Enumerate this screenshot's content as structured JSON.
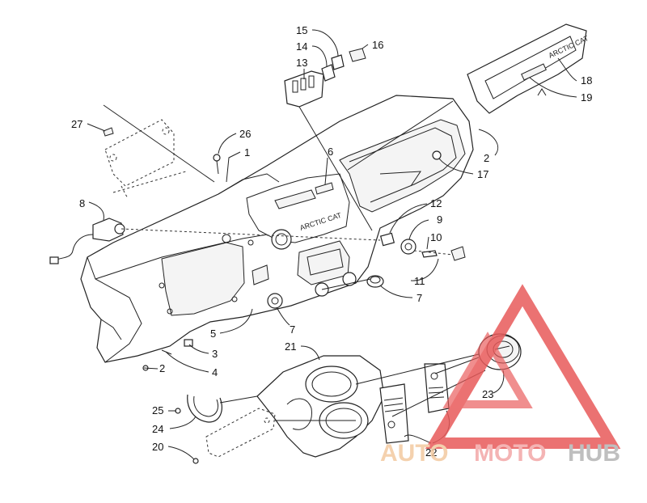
{
  "callouts": [
    {
      "id": "15",
      "text": "15"
    },
    {
      "id": "14",
      "text": "14"
    },
    {
      "id": "16",
      "text": "16"
    },
    {
      "id": "13",
      "text": "13"
    },
    {
      "id": "18",
      "text": "18"
    },
    {
      "id": "19",
      "text": "19"
    },
    {
      "id": "27",
      "text": "27"
    },
    {
      "id": "26",
      "text": "26"
    },
    {
      "id": "1",
      "text": "1"
    },
    {
      "id": "6",
      "text": "6"
    },
    {
      "id": "2a",
      "text": "2"
    },
    {
      "id": "17",
      "text": "17"
    },
    {
      "id": "8",
      "text": "8"
    },
    {
      "id": "12",
      "text": "12"
    },
    {
      "id": "9",
      "text": "9"
    },
    {
      "id": "10",
      "text": "10"
    },
    {
      "id": "11",
      "text": "11"
    },
    {
      "id": "7a",
      "text": "7"
    },
    {
      "id": "7b",
      "text": "7"
    },
    {
      "id": "5",
      "text": "5"
    },
    {
      "id": "3",
      "text": "3"
    },
    {
      "id": "4",
      "text": "4"
    },
    {
      "id": "21",
      "text": "21"
    },
    {
      "id": "2b",
      "text": "2"
    },
    {
      "id": "23",
      "text": "23"
    },
    {
      "id": "25",
      "text": "25"
    },
    {
      "id": "24",
      "text": "24"
    },
    {
      "id": "22",
      "text": "22"
    },
    {
      "id": "20",
      "text": "20"
    }
  ],
  "dash_logo": "ARCTIC CAT",
  "bezel_logo": "ARCTIC CAT",
  "watermark": {
    "part1": "AUTO",
    "part2": "MOTO",
    "part3": "HUB",
    "triangle_color": "#e85a5a",
    "auto_color": "#f3c9a0",
    "moto_color": "#f3a8a8",
    "hub_color": "#b5b5b5"
  }
}
